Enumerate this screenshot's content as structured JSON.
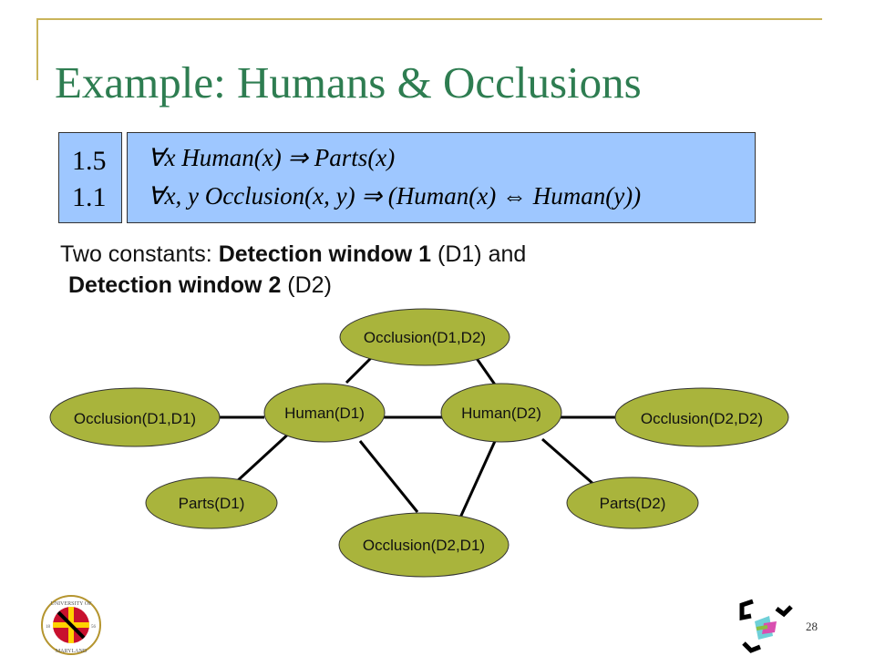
{
  "slide": {
    "title": "Example: Humans & Occlusions",
    "page_number": "28"
  },
  "rules": [
    {
      "weight": "1.5",
      "quantifier": "∀x",
      "formula": "Human(x) ⇒ Parts(x)"
    },
    {
      "weight": "1.1",
      "quantifier": "∀x, y",
      "formula": "Occlusion(x, y) ⇒ (Human(x) ⇔ Human(y))"
    }
  ],
  "constants_text": {
    "prefix": "Two constants: ",
    "c1_bold": "Detection window 1",
    "c1_rest": " (D1) and",
    "c2_bold": "Detection window 2",
    "c2_rest": " (D2)"
  },
  "nodes": {
    "occ_d1_d2": "Occlusion(D1,D2)",
    "occ_d1_d1": "Occlusion(D1,D1)",
    "human_d1": "Human(D1)",
    "human_d2": "Human(D2)",
    "occ_d2_d2": "Occlusion(D2,D2)",
    "parts_d1": "Parts(D1)",
    "occ_d2_d1": "Occlusion(D2,D1)",
    "parts_d2": "Parts(D2)"
  },
  "colors": {
    "node_fill": "#a9b43c",
    "box_fill": "#9ec7ff",
    "title": "#2e7d51",
    "frame": "#c9b45a"
  },
  "logos": {
    "umd_seal_text_top": "UNIVERSITY OF",
    "umd_seal_text_bottom": "MARYLAND",
    "umd_year_left": "18",
    "umd_year_right": "56"
  }
}
